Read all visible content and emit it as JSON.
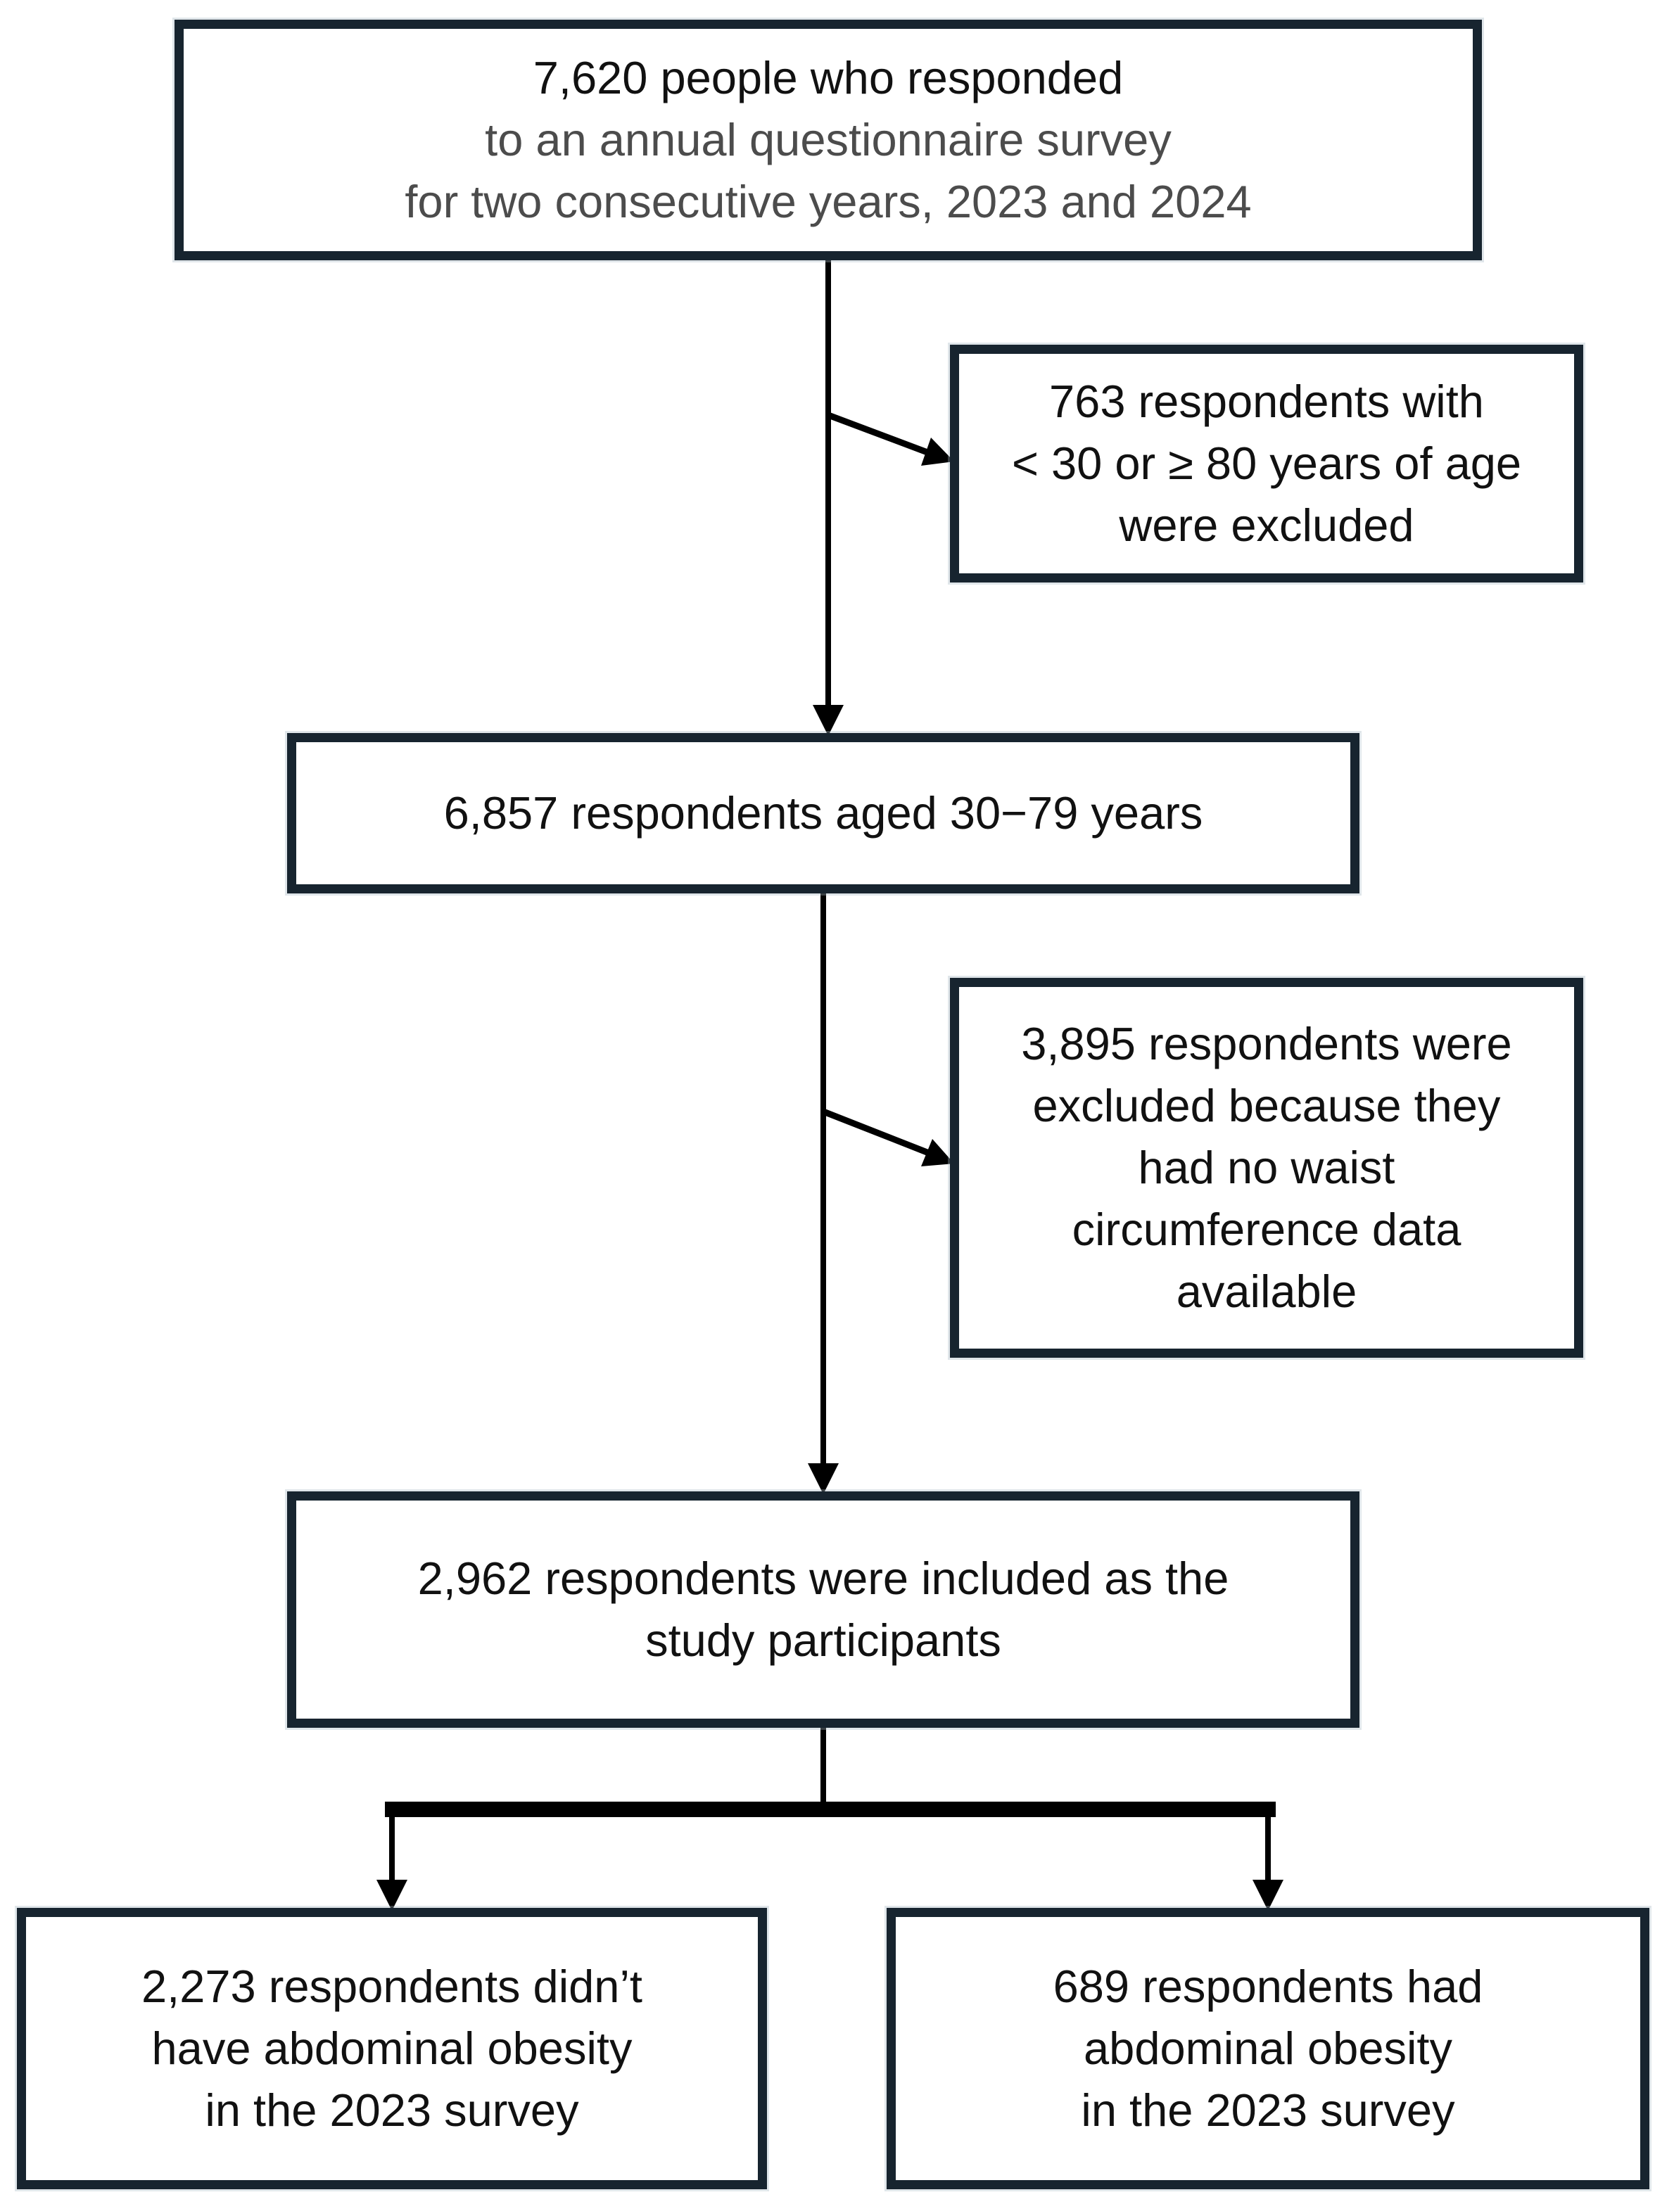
{
  "colors": {
    "box_border": "#17242F",
    "connector": "#000000",
    "text_primary": "#111111",
    "text_secondary": "#4C4C4C",
    "background": "#FFFFFF"
  },
  "flowchart": {
    "top_box": {
      "line1": "7,620 people who responded",
      "line2": "to an annual questionnaire survey",
      "line3": "for two consecutive years, 2023 and 2024"
    },
    "excluded_age_box": {
      "line1": "763 respondents with",
      "line2": "< 30 or ≥ 80 years of age",
      "line3": "were excluded"
    },
    "aged_box": {
      "line1": "6,857 respondents aged 30−79 years"
    },
    "excluded_waist_box": {
      "line1": "3,895 respondents were",
      "line2": "excluded because they",
      "line3": "had no waist",
      "line4": "circumference data",
      "line5": "available"
    },
    "included_box": {
      "line1": "2,962 respondents were included as the",
      "line2": "study participants"
    },
    "no_abdominal_obesity_box": {
      "line1": "2,273 respondents didn’t",
      "line2": "have abdominal obesity",
      "line3": "in the 2023 survey"
    },
    "abdominal_obesity_box": {
      "line1": "689 respondents had",
      "line2": "abdominal obesity",
      "line3": "in the 2023 survey"
    }
  }
}
